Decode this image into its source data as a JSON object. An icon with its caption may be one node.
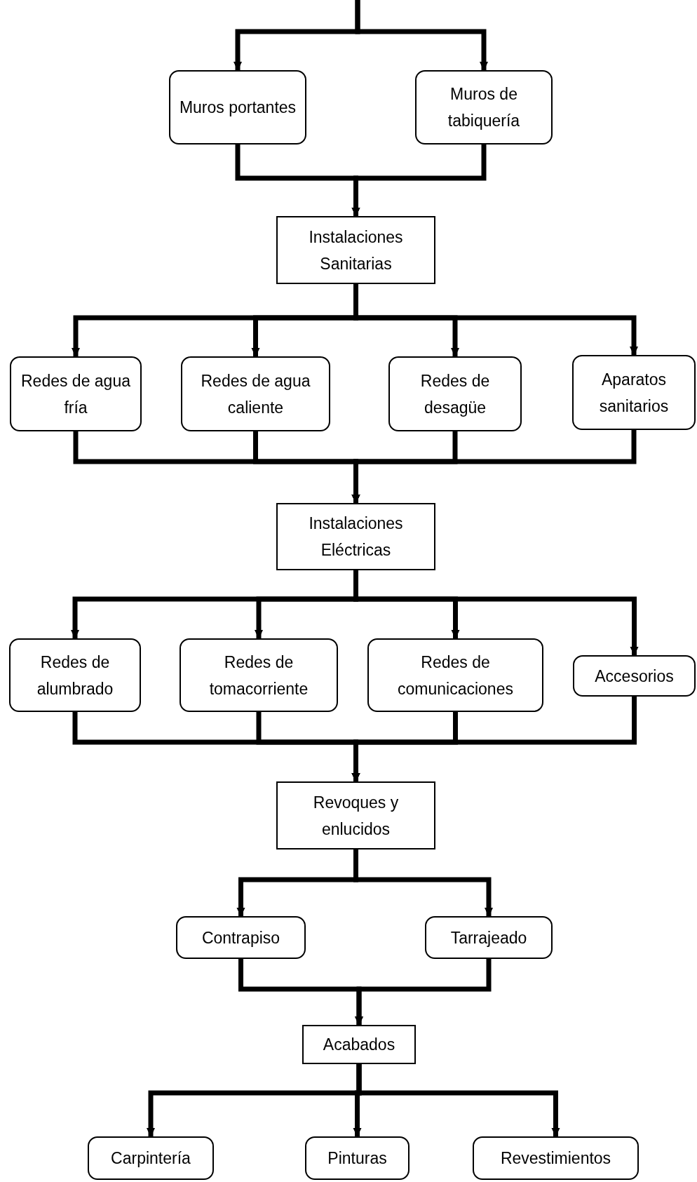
{
  "diagram": {
    "nodes": [
      {
        "text": [
          "Muros portantes"
        ]
      },
      {
        "text": [
          "Muros de tabiquería"
        ]
      },
      {
        "text": [
          "Instalaciones Sanitarias"
        ]
      },
      {
        "text": [
          "Redes de agua fría"
        ]
      },
      {
        "text": [
          "Redes de agua caliente"
        ]
      },
      {
        "text": [
          "Redes de desagüe"
        ]
      },
      {
        "text": [
          "Aparatos sanitarios"
        ]
      },
      {
        "text": [
          "Instalaciones Eléctricas"
        ]
      },
      {
        "text": [
          "Redes de alumbrado"
        ]
      },
      {
        "text": [
          "Redes de tomacorriente"
        ]
      },
      {
        "text": [
          "Redes de comunicaciones"
        ]
      },
      {
        "text": [
          "Accesorios"
        ]
      },
      {
        "text": [
          "Revoques y enlucidos"
        ]
      },
      {
        "text": [
          "Contrapiso"
        ]
      },
      {
        "text": [
          "Tarrajeado"
        ]
      },
      {
        "text": [
          "Acabados"
        ]
      },
      {
        "text": [
          "Carpintería"
        ]
      },
      {
        "text": [
          "Pinturas"
        ]
      },
      {
        "text": [
          "Revestimientos"
        ]
      }
    ],
    "edges": [
      {
        "from": null,
        "to": 0,
        "arrow": "to"
      },
      {
        "from": null,
        "to": 1,
        "arrow": "to"
      },
      {
        "from": 0,
        "to": 2,
        "arrow": "to"
      },
      {
        "from": 1,
        "to": 2,
        "arrow": "to"
      },
      {
        "from": 2,
        "to": 3,
        "arrow": "to"
      },
      {
        "from": 2,
        "to": 4,
        "arrow": "to"
      },
      {
        "from": 2,
        "to": 5,
        "arrow": "to"
      },
      {
        "from": 2,
        "to": 6,
        "arrow": "to"
      },
      {
        "from": 3,
        "to": 7,
        "arrow": "to"
      },
      {
        "from": 4,
        "to": 7,
        "arrow": "to"
      },
      {
        "from": 5,
        "to": 7,
        "arrow": "to"
      },
      {
        "from": 6,
        "to": 7,
        "arrow": "to"
      },
      {
        "from": 7,
        "to": 8,
        "arrow": "to"
      },
      {
        "from": 7,
        "to": 9,
        "arrow": "to"
      },
      {
        "from": 7,
        "to": 10,
        "arrow": "to"
      },
      {
        "from": 7,
        "to": 11,
        "arrow": "to"
      },
      {
        "from": 8,
        "to": 12,
        "arrow": "to"
      },
      {
        "from": 9,
        "to": 12,
        "arrow": "to"
      },
      {
        "from": 10,
        "to": 12,
        "arrow": "to"
      },
      {
        "from": 11,
        "to": 12,
        "arrow": "to"
      },
      {
        "from": 12,
        "to": 13,
        "arrow": "to"
      },
      {
        "from": 12,
        "to": 14,
        "arrow": "to"
      },
      {
        "from": 13,
        "to": 15,
        "arrow": "to"
      },
      {
        "from": 14,
        "to": 15,
        "arrow": "to"
      },
      {
        "from": 15,
        "to": 16,
        "arrow": "to"
      },
      {
        "from": 15,
        "to": 17,
        "arrow": "to"
      },
      {
        "from": 15,
        "to": 18,
        "arrow": "to"
      }
    ]
  }
}
